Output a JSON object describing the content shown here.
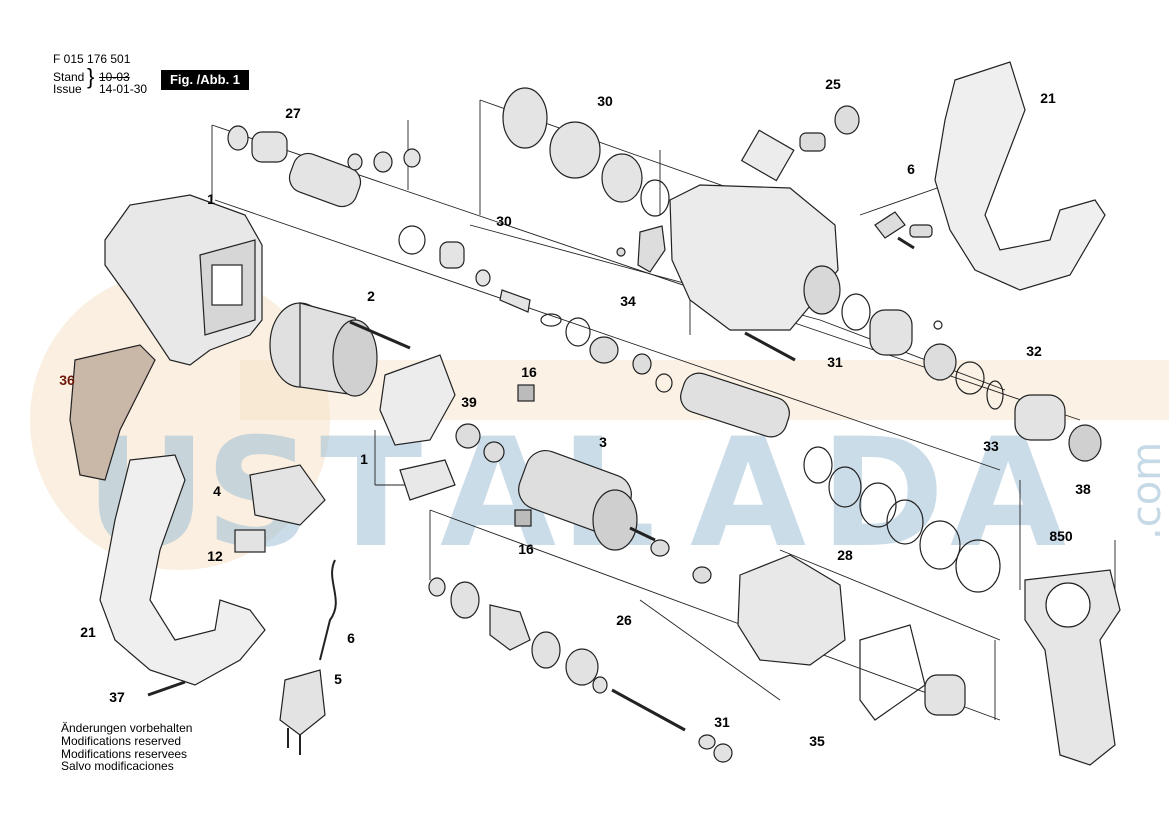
{
  "header": {
    "part_number": "F 015 176 501",
    "stand_label": "Stand",
    "issue_label": "Issue",
    "stand_date": "10-03",
    "issue_date": "14-01-30",
    "figure_label": "Fig. /Abb. 1"
  },
  "watermark": {
    "letters": [
      "U",
      "S",
      "T",
      "A",
      "L",
      "A",
      "D",
      "A"
    ],
    "suffix": ".com"
  },
  "callouts": {
    "c27": "27",
    "c30a": "30",
    "c25": "25",
    "c21a": "21",
    "c1a": "1",
    "c30b": "30",
    "c6a": "6",
    "c2": "2",
    "c34": "34",
    "c36": "36",
    "c16a": "16",
    "c39": "39",
    "c31a": "31",
    "c32": "32",
    "c1b": "1",
    "c3": "3",
    "c33": "33",
    "c4": "4",
    "c38": "38",
    "c16b": "16",
    "c12": "12",
    "c28": "28",
    "c850": "850",
    "c26": "26",
    "c21b": "21",
    "c6b": "6",
    "c5": "5",
    "c37": "37",
    "c31b": "31",
    "c35": "35"
  },
  "notes": [
    "Änderungen vorbehalten",
    "Modifications reserved",
    "Modifications reservees",
    "Salvo modificaciones"
  ],
  "colors": {
    "watermark_blue": "#9fc0d6",
    "watermark_orange": "#f6e2c6",
    "line": "#222222",
    "part_fill": "#e8e8e8",
    "label_red": "#6b1a0a"
  }
}
